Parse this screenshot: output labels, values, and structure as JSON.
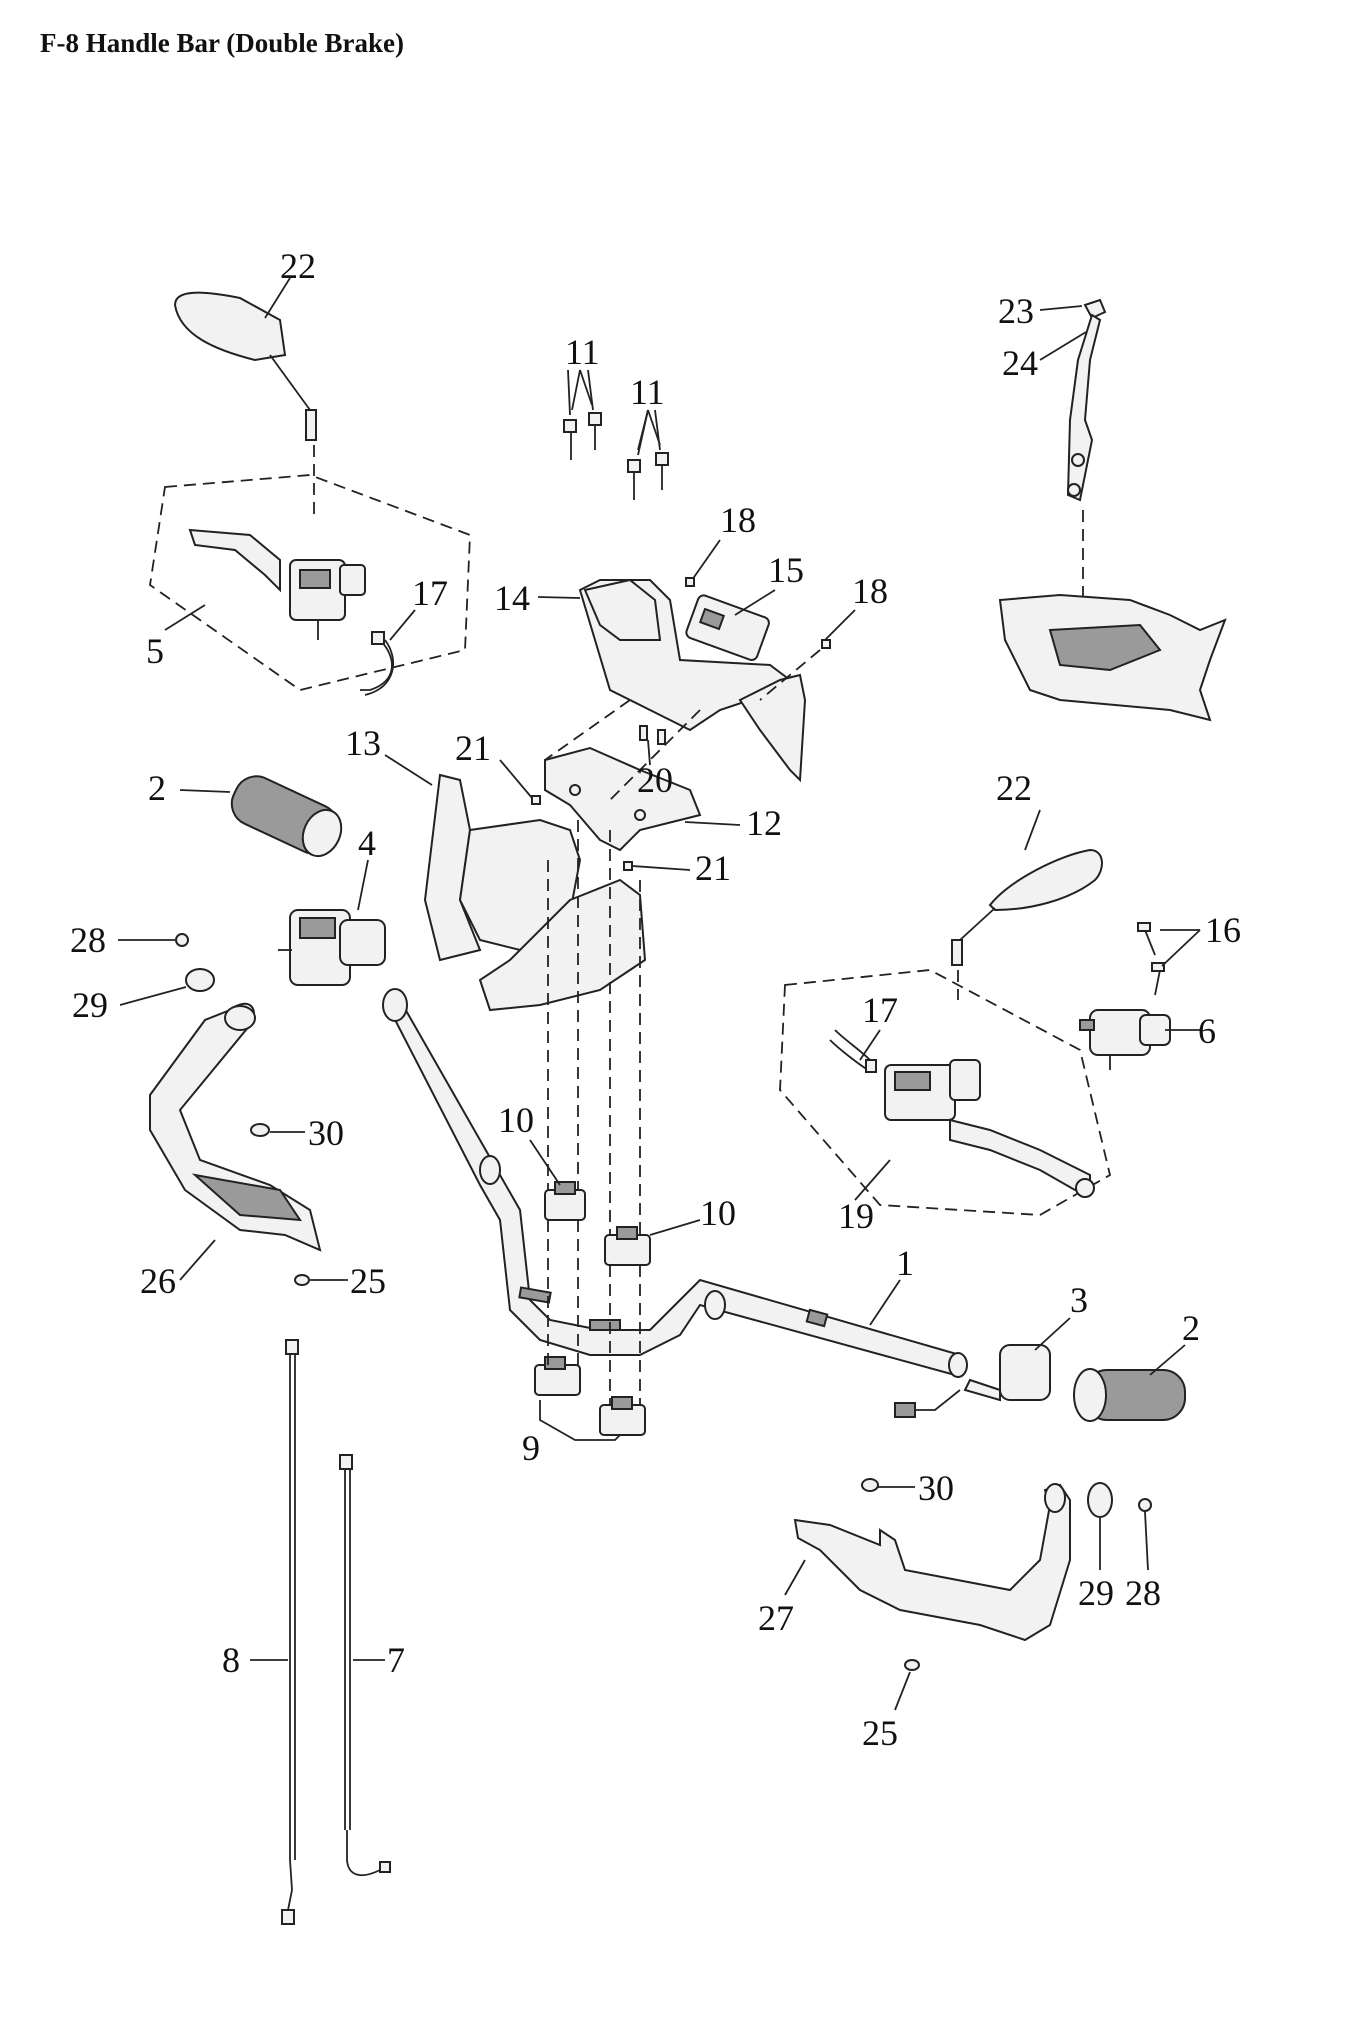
{
  "title": "F-8 Handle Bar (Double Brake)",
  "callouts": [
    {
      "id": "c-22a",
      "text": "22"
    },
    {
      "id": "c-5",
      "text": "5"
    },
    {
      "id": "c-17a",
      "text": "17"
    },
    {
      "id": "c-11a",
      "text": "11"
    },
    {
      "id": "c-11b",
      "text": "11"
    },
    {
      "id": "c-18a",
      "text": "18"
    },
    {
      "id": "c-14",
      "text": "14"
    },
    {
      "id": "c-15",
      "text": "15"
    },
    {
      "id": "c-18b",
      "text": "18"
    },
    {
      "id": "c-23",
      "text": "23"
    },
    {
      "id": "c-24",
      "text": "24"
    },
    {
      "id": "c-13",
      "text": "13"
    },
    {
      "id": "c-21a",
      "text": "21"
    },
    {
      "id": "c-20",
      "text": "20"
    },
    {
      "id": "c-12",
      "text": "12"
    },
    {
      "id": "c-21b",
      "text": "21"
    },
    {
      "id": "c-2a",
      "text": "2"
    },
    {
      "id": "c-4",
      "text": "4"
    },
    {
      "id": "c-28a",
      "text": "28"
    },
    {
      "id": "c-29a",
      "text": "29"
    },
    {
      "id": "c-22b",
      "text": "22"
    },
    {
      "id": "c-16",
      "text": "16"
    },
    {
      "id": "c-6",
      "text": "6"
    },
    {
      "id": "c-17b",
      "text": "17"
    },
    {
      "id": "c-10a",
      "text": "10"
    },
    {
      "id": "c-30a",
      "text": "30"
    },
    {
      "id": "c-10b",
      "text": "10"
    },
    {
      "id": "c-19",
      "text": "19"
    },
    {
      "id": "c-26",
      "text": "26"
    },
    {
      "id": "c-25a",
      "text": "25"
    },
    {
      "id": "c-1",
      "text": "1"
    },
    {
      "id": "c-3",
      "text": "3"
    },
    {
      "id": "c-2b",
      "text": "2"
    },
    {
      "id": "c-9",
      "text": "9"
    },
    {
      "id": "c-30b",
      "text": "30"
    },
    {
      "id": "c-29b",
      "text": "29"
    },
    {
      "id": "c-28b",
      "text": "28"
    },
    {
      "id": "c-27",
      "text": "27"
    },
    {
      "id": "c-8",
      "text": "8"
    },
    {
      "id": "c-7",
      "text": "7"
    },
    {
      "id": "c-25b",
      "text": "25"
    }
  ]
}
